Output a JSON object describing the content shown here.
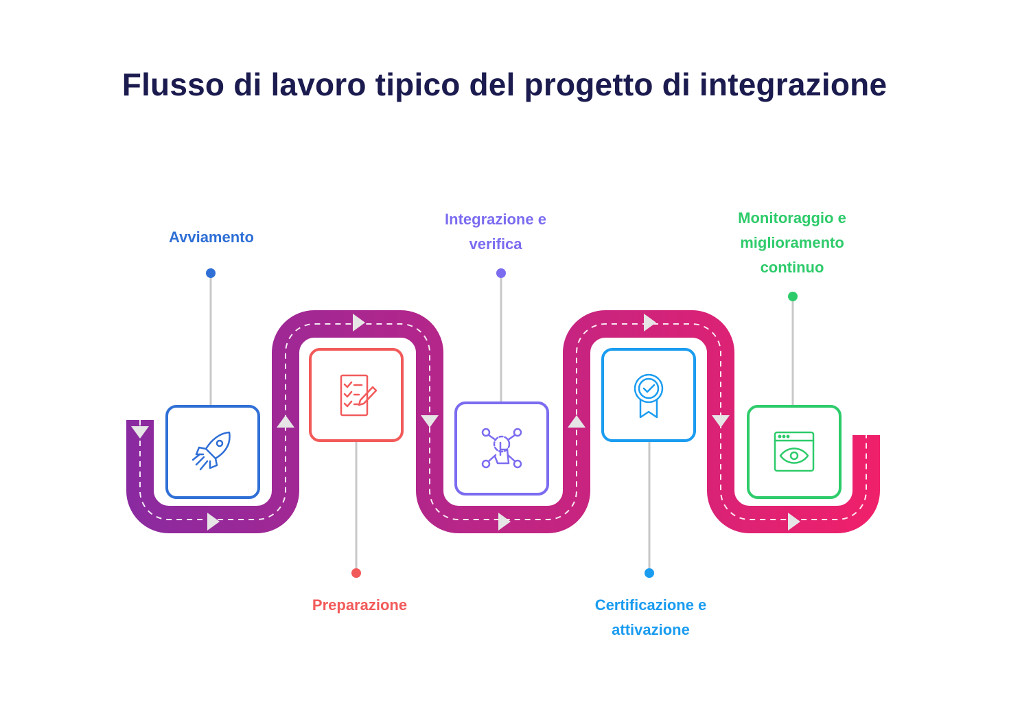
{
  "title": "Flusso di lavoro tipico del progetto di integrazione",
  "colors": {
    "title": "#1b1b4f",
    "path_start": "#8a2aa0",
    "path_end": "#f0206a",
    "connector": "#c8c8c8",
    "arrow": "#e6e6e6"
  },
  "steps": [
    {
      "lines": [
        "Avviamento"
      ],
      "color": "#2f6fd6",
      "icon": "rocket-icon"
    },
    {
      "lines": [
        "Preparazione"
      ],
      "color": "#f25a5a",
      "icon": "checklist-pencil-icon"
    },
    {
      "lines": [
        "Integrazione e",
        "verifica"
      ],
      "color": "#7b6cf0",
      "icon": "network-touch-icon"
    },
    {
      "lines": [
        "Certificazione e",
        "attivazione"
      ],
      "color": "#1a9cf0",
      "icon": "certificate-badge-icon"
    },
    {
      "lines": [
        "Monitoraggio e",
        "miglioramento",
        "continuo"
      ],
      "color": "#2ecb6b",
      "icon": "browser-eye-icon"
    }
  ]
}
